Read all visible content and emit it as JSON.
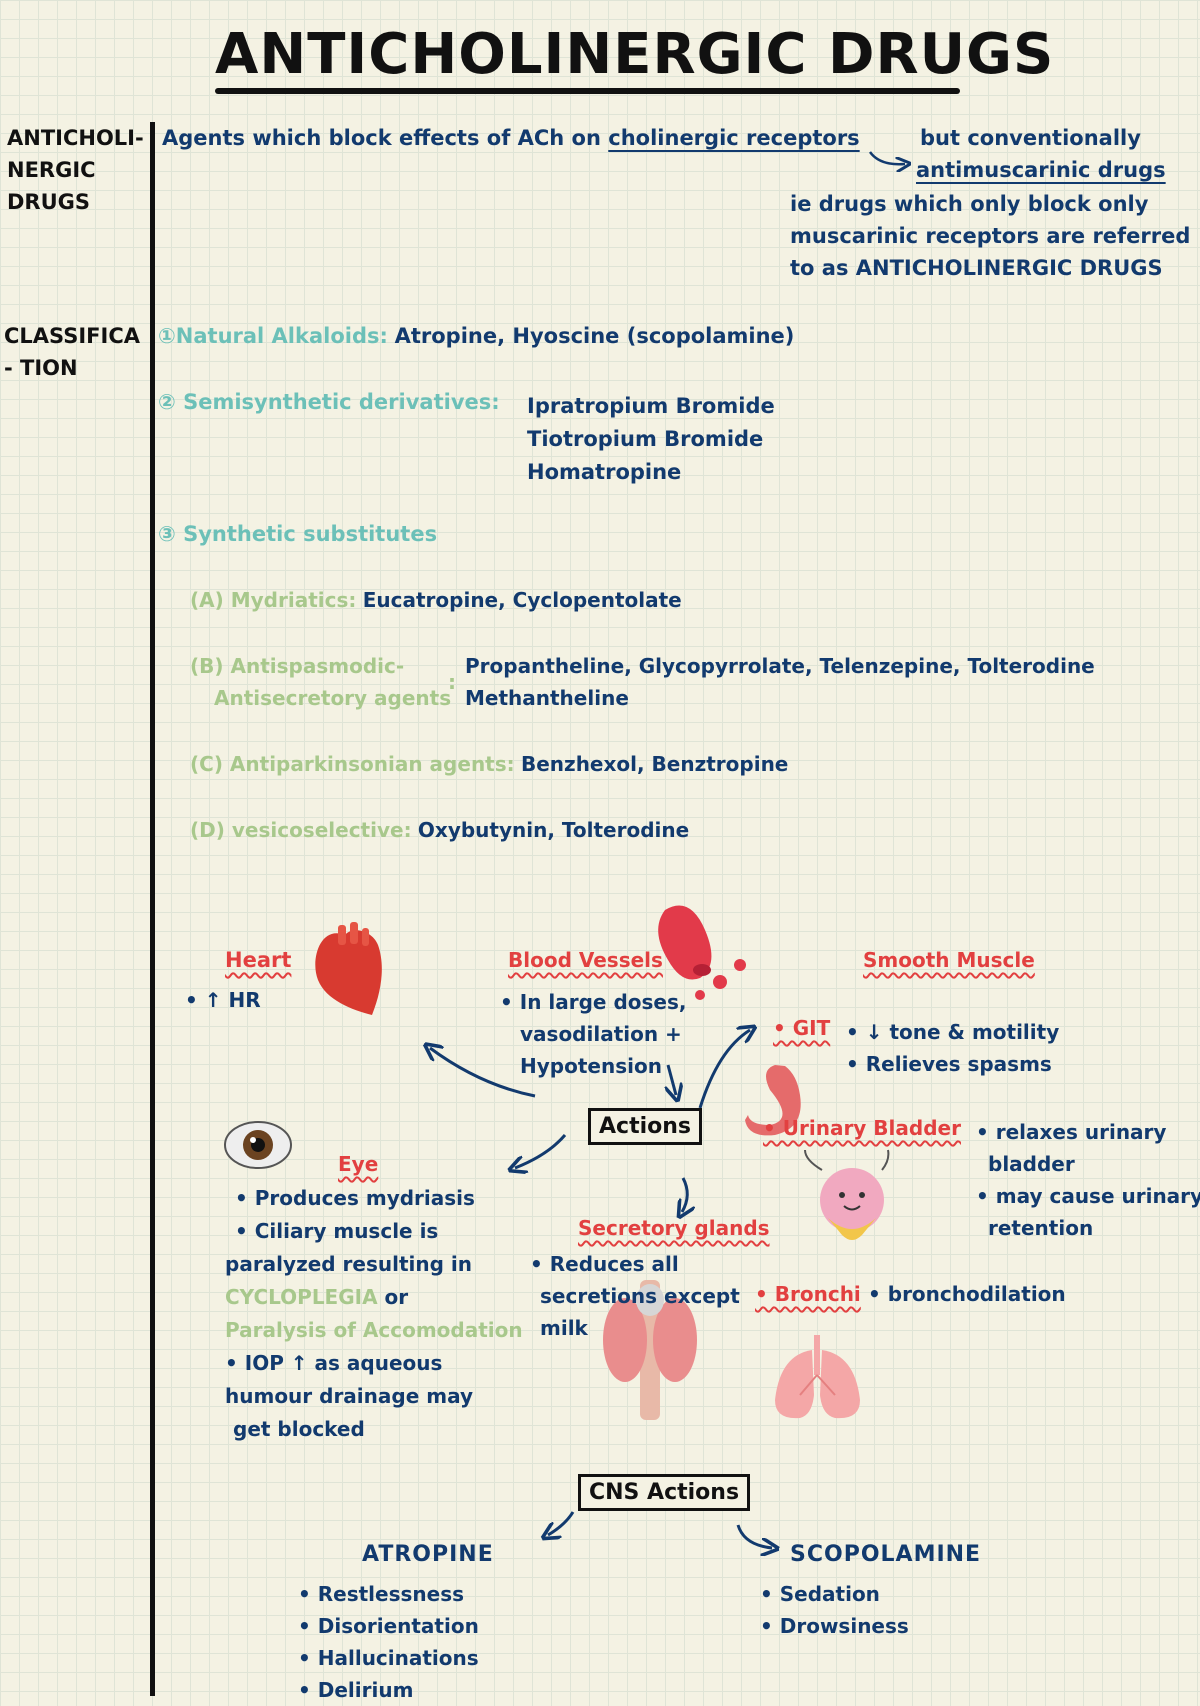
{
  "title": "ANTICHOLINERGIC DRUGS",
  "side_labels": {
    "definition": [
      "ANTICHOLI-",
      "NERGIC",
      "DRUGS"
    ],
    "classification": [
      "CLASSIFICA",
      "- TION"
    ]
  },
  "definition": {
    "line1_prefix": "Agents which block effects of ACh on",
    "line1_underlined": "cholinergic receptors",
    "aside_1": "but conventionally",
    "aside_2": "antimuscarinic drugs",
    "note_1": "ie drugs which only block only",
    "note_2": "muscarinic receptors are referred",
    "note_3": "to as ANTICHOLINERGIC DRUGS"
  },
  "classification": {
    "natural": {
      "label": "①Natural Alkaloids:",
      "drugs": "Atropine, Hyoscine (scopolamine)"
    },
    "semisynthetic": {
      "label": "② Semisynthetic derivatives:",
      "drugs": [
        "Ipratropium Bromide",
        "Tiotropium Bromide",
        "Homatropine"
      ]
    },
    "synthetic": {
      "label": "③ Synthetic substitutes"
    },
    "mydriatics": {
      "label": "(A) Mydriatics:",
      "drugs": "Eucatropine, Cyclopentolate"
    },
    "antispasmodic": {
      "label_1": "(B) Antispasmodic-",
      "label_2": "Antisecretory agents",
      "colon": ":",
      "drugs_1": "Propantheline, Glycopyrrolate, Telenzepine, Tolterodine",
      "drugs_2": "Methantheline"
    },
    "antiparkinsonian": {
      "label": "(C) Antiparkinsonian agents:",
      "drugs": "Benzhexol, Benztropine"
    },
    "vesicoselective": {
      "label": "(D) vesicoselective:",
      "drugs": "Oxybutynin, Tolterodine"
    }
  },
  "actions": {
    "center": "Actions",
    "heart": {
      "title": "Heart",
      "points": [
        "• ↑ HR"
      ]
    },
    "blood_vessels": {
      "title": "Blood Vessels",
      "points": [
        "• In large doses,",
        "vasodilation +",
        "Hypotension"
      ]
    },
    "smooth_muscle": {
      "title": "Smooth Muscle"
    },
    "git": {
      "title": "• GIT",
      "points": [
        "• ↓ tone & motility",
        "• Relieves spasms"
      ]
    },
    "urinary_bladder": {
      "title": "• Urinary Bladder",
      "points": [
        "• relaxes urinary",
        "bladder",
        "• may cause urinary",
        "retention"
      ]
    },
    "bronchi": {
      "title": "• Bronchi",
      "point": "• bronchodilation"
    },
    "eye": {
      "title": "Eye",
      "p1": "• Produces mydriasis",
      "p2": "• Ciliary muscle is",
      "p3": "paralyzed resulting in",
      "p4": "CYCLOPLEGIA",
      "p4b": " or",
      "p5": "Paralysis of Accomodation",
      "p6": "• IOP ↑ as aqueous",
      "p7": "humour drainage may",
      "p8": "get blocked"
    },
    "secretory": {
      "title": "Secretory glands",
      "points": [
        "• Reduces all",
        "secretions except",
        "milk"
      ]
    }
  },
  "cns": {
    "center": "CNS Actions",
    "atropine": {
      "title": "ATROPINE",
      "points": [
        "• Restlessness",
        "• Disorientation",
        "• Hallucinations",
        "• Delirium"
      ]
    },
    "scopolamine": {
      "title": "SCOPOLAMINE",
      "points": [
        "• Sedation",
        "• Drowsiness"
      ]
    }
  },
  "colors": {
    "ink": "#123a6e",
    "teal": "#6cc0b8",
    "lime": "#a8c88c",
    "red": "#e24040"
  }
}
